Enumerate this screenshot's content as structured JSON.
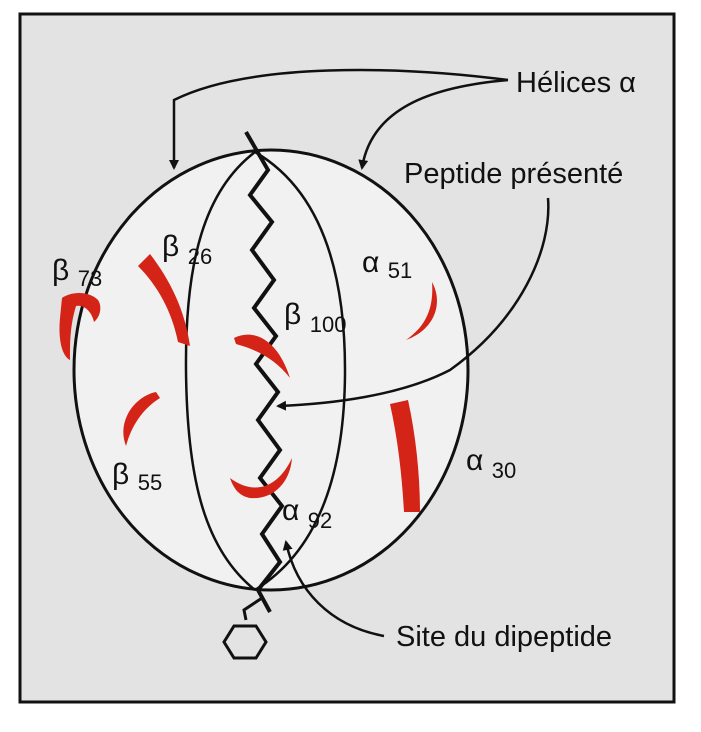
{
  "labels": {
    "helices": "Hélices α",
    "peptide": "Peptide présenté",
    "site": "Site du dipeptide"
  },
  "residues": [
    {
      "id": "b73",
      "letter": "β",
      "num": "73"
    },
    {
      "id": "b26",
      "letter": "β",
      "num": "26"
    },
    {
      "id": "b100",
      "letter": "β",
      "num": "100"
    },
    {
      "id": "b55",
      "letter": "β",
      "num": "55"
    },
    {
      "id": "a51",
      "letter": "α",
      "num": "51"
    },
    {
      "id": "a30",
      "letter": "α",
      "num": "30"
    },
    {
      "id": "a92",
      "letter": "α",
      "num": "92"
    }
  ],
  "colors": {
    "frame_bg": "#e3e3e3",
    "outline": "#111111",
    "residue_mark": "#d42418"
  }
}
